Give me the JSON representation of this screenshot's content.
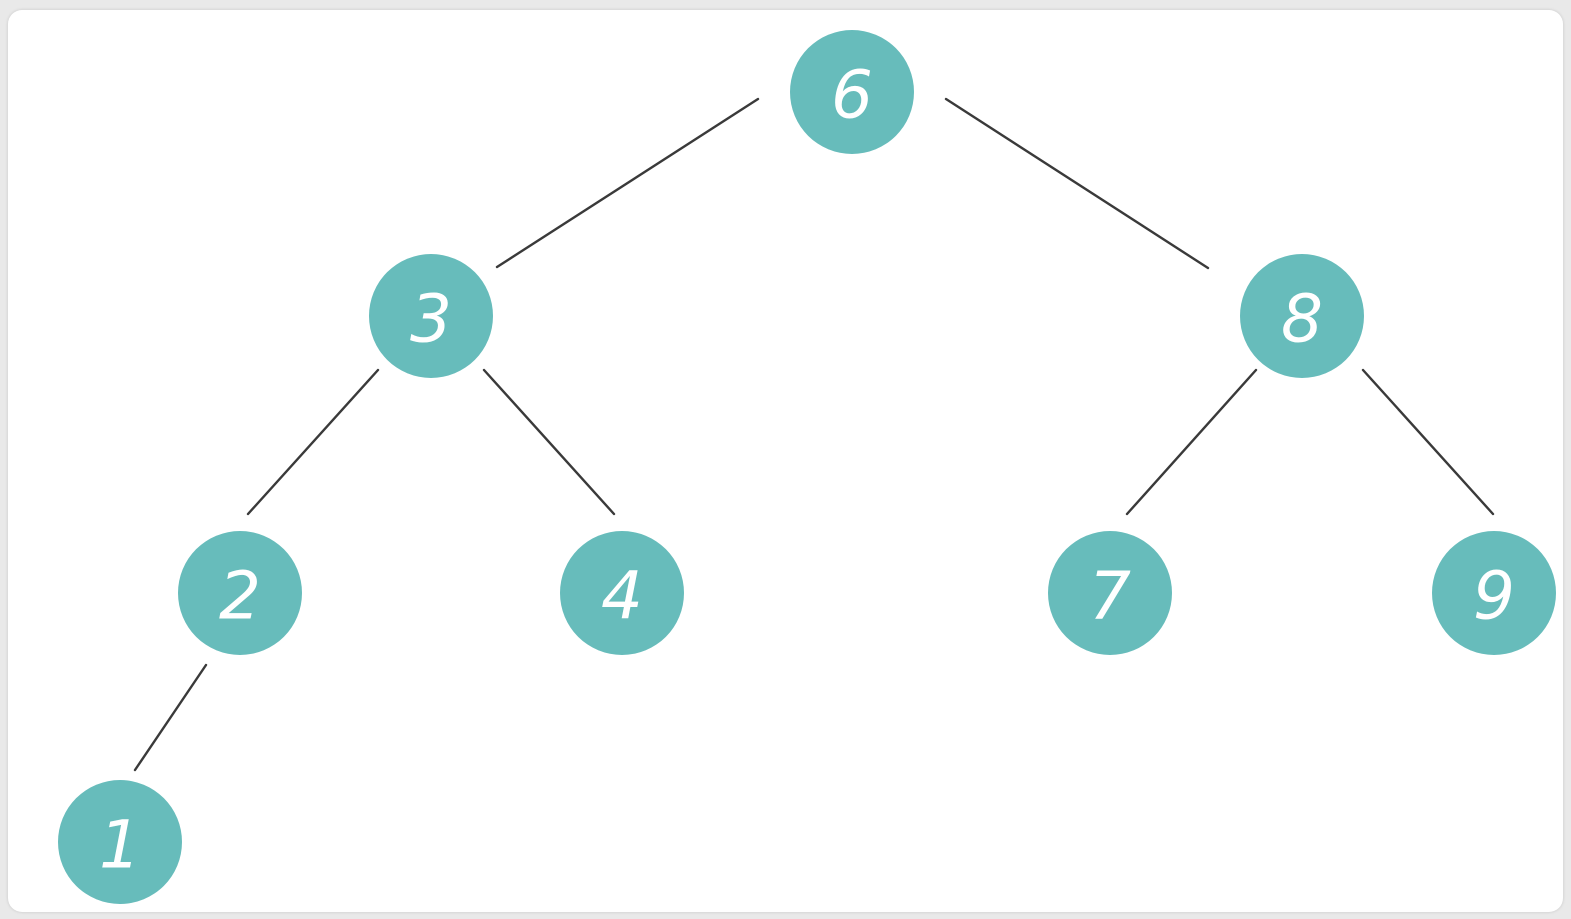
{
  "colors": {
    "node_fill": "#67bcbb",
    "node_text": "#ffffff",
    "edge": "#3a3a3a",
    "background": "#ffffff"
  },
  "tree": {
    "nodes": [
      {
        "id": "n6",
        "label": "6"
      },
      {
        "id": "n3",
        "label": "3"
      },
      {
        "id": "n8",
        "label": "8"
      },
      {
        "id": "n2",
        "label": "2"
      },
      {
        "id": "n4",
        "label": "4"
      },
      {
        "id": "n7",
        "label": "7"
      },
      {
        "id": "n9",
        "label": "9"
      },
      {
        "id": "n1",
        "label": "1"
      }
    ],
    "edges": [
      {
        "from": "n6",
        "to": "n3"
      },
      {
        "from": "n6",
        "to": "n8"
      },
      {
        "from": "n3",
        "to": "n2"
      },
      {
        "from": "n3",
        "to": "n4"
      },
      {
        "from": "n8",
        "to": "n7"
      },
      {
        "from": "n8",
        "to": "n9"
      },
      {
        "from": "n2",
        "to": "n1"
      }
    ]
  }
}
